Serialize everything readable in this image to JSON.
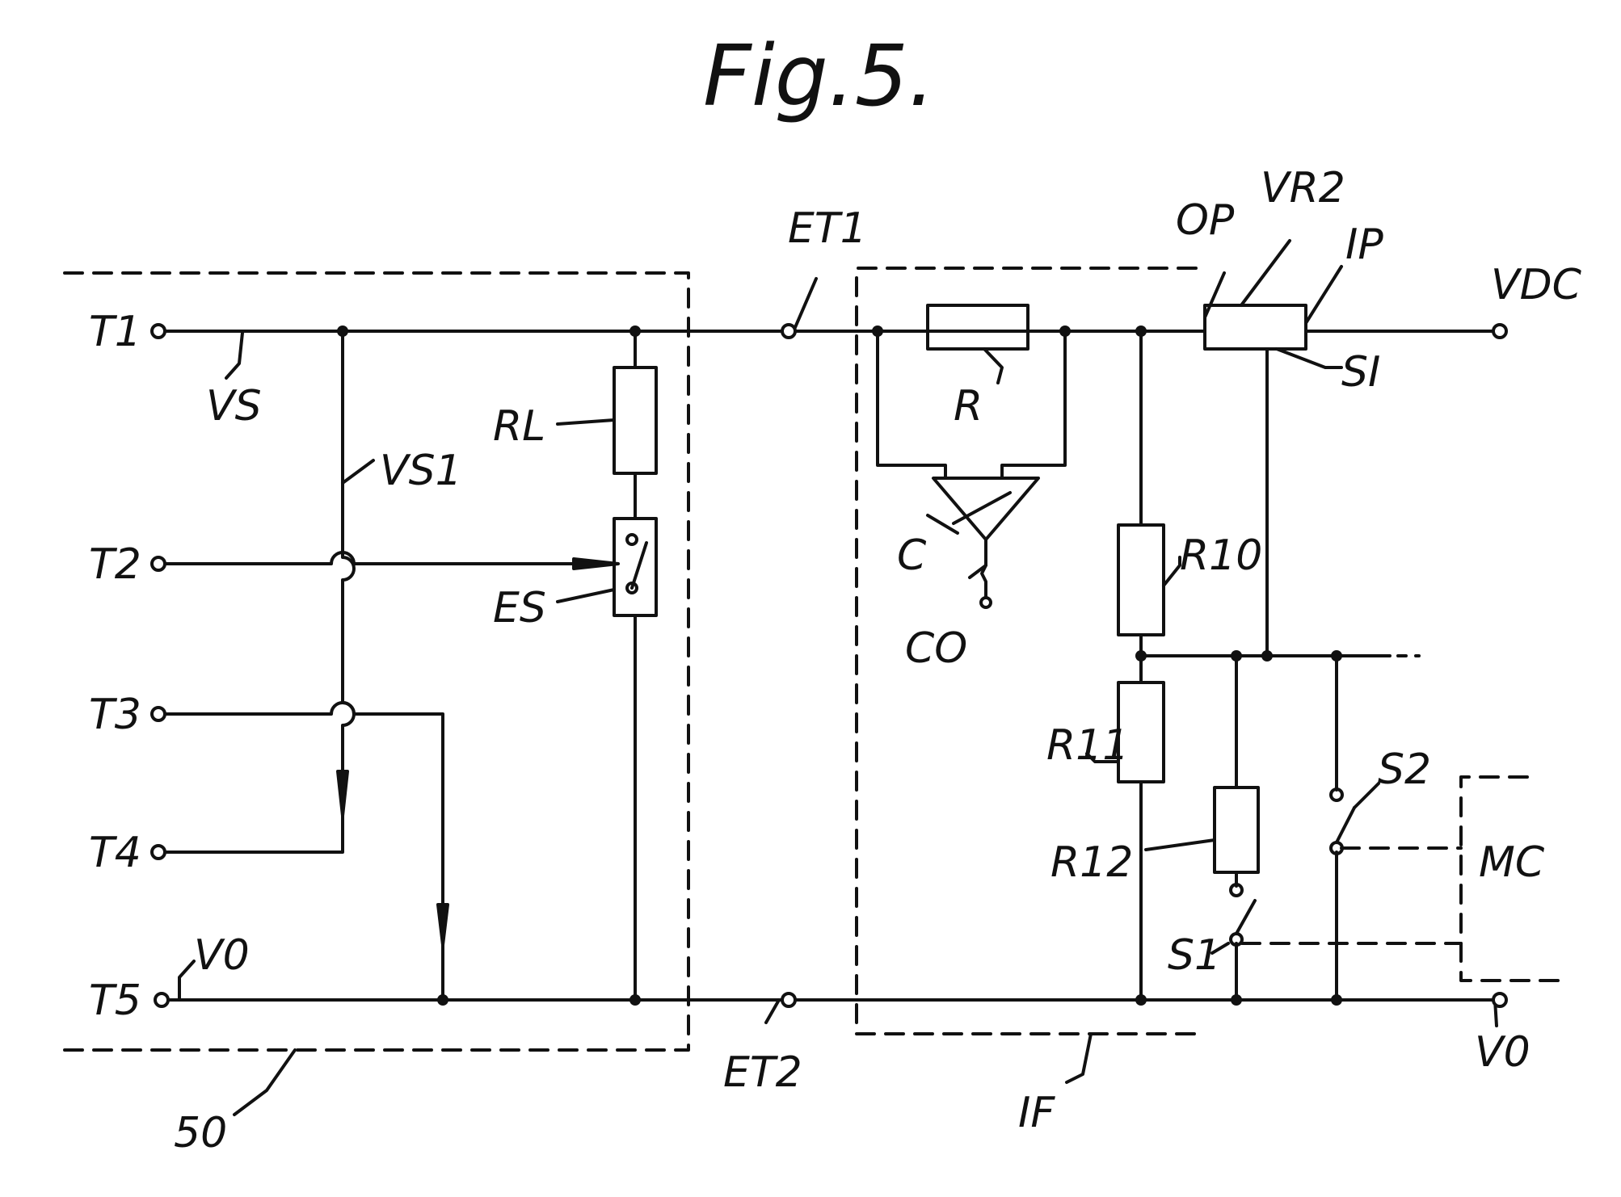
{
  "figure": {
    "title": "Fig.5.",
    "ink_color": "#111111",
    "background": "#ffffff"
  },
  "terminals": {
    "t1": "T1",
    "t2": "T2",
    "t3": "T3",
    "t4": "T4",
    "t5": "T5",
    "et1": "ET1",
    "et2": "ET2",
    "vdc": "VDC",
    "v0_right": "V0"
  },
  "signals": {
    "vs": "VS",
    "vs1": "VS1",
    "v0_left": "V0"
  },
  "components": {
    "rl": "RL",
    "es": "ES",
    "r": "R",
    "c": "C",
    "co": "CO",
    "r10": "R10",
    "r11": "R11",
    "r12": "R12",
    "vr2": "VR2",
    "op": "OP",
    "ip": "IP",
    "si": "SI",
    "s1": "S1",
    "s2": "S2",
    "mc": "MC"
  },
  "blocks": {
    "b50": "50",
    "if": "IF"
  }
}
